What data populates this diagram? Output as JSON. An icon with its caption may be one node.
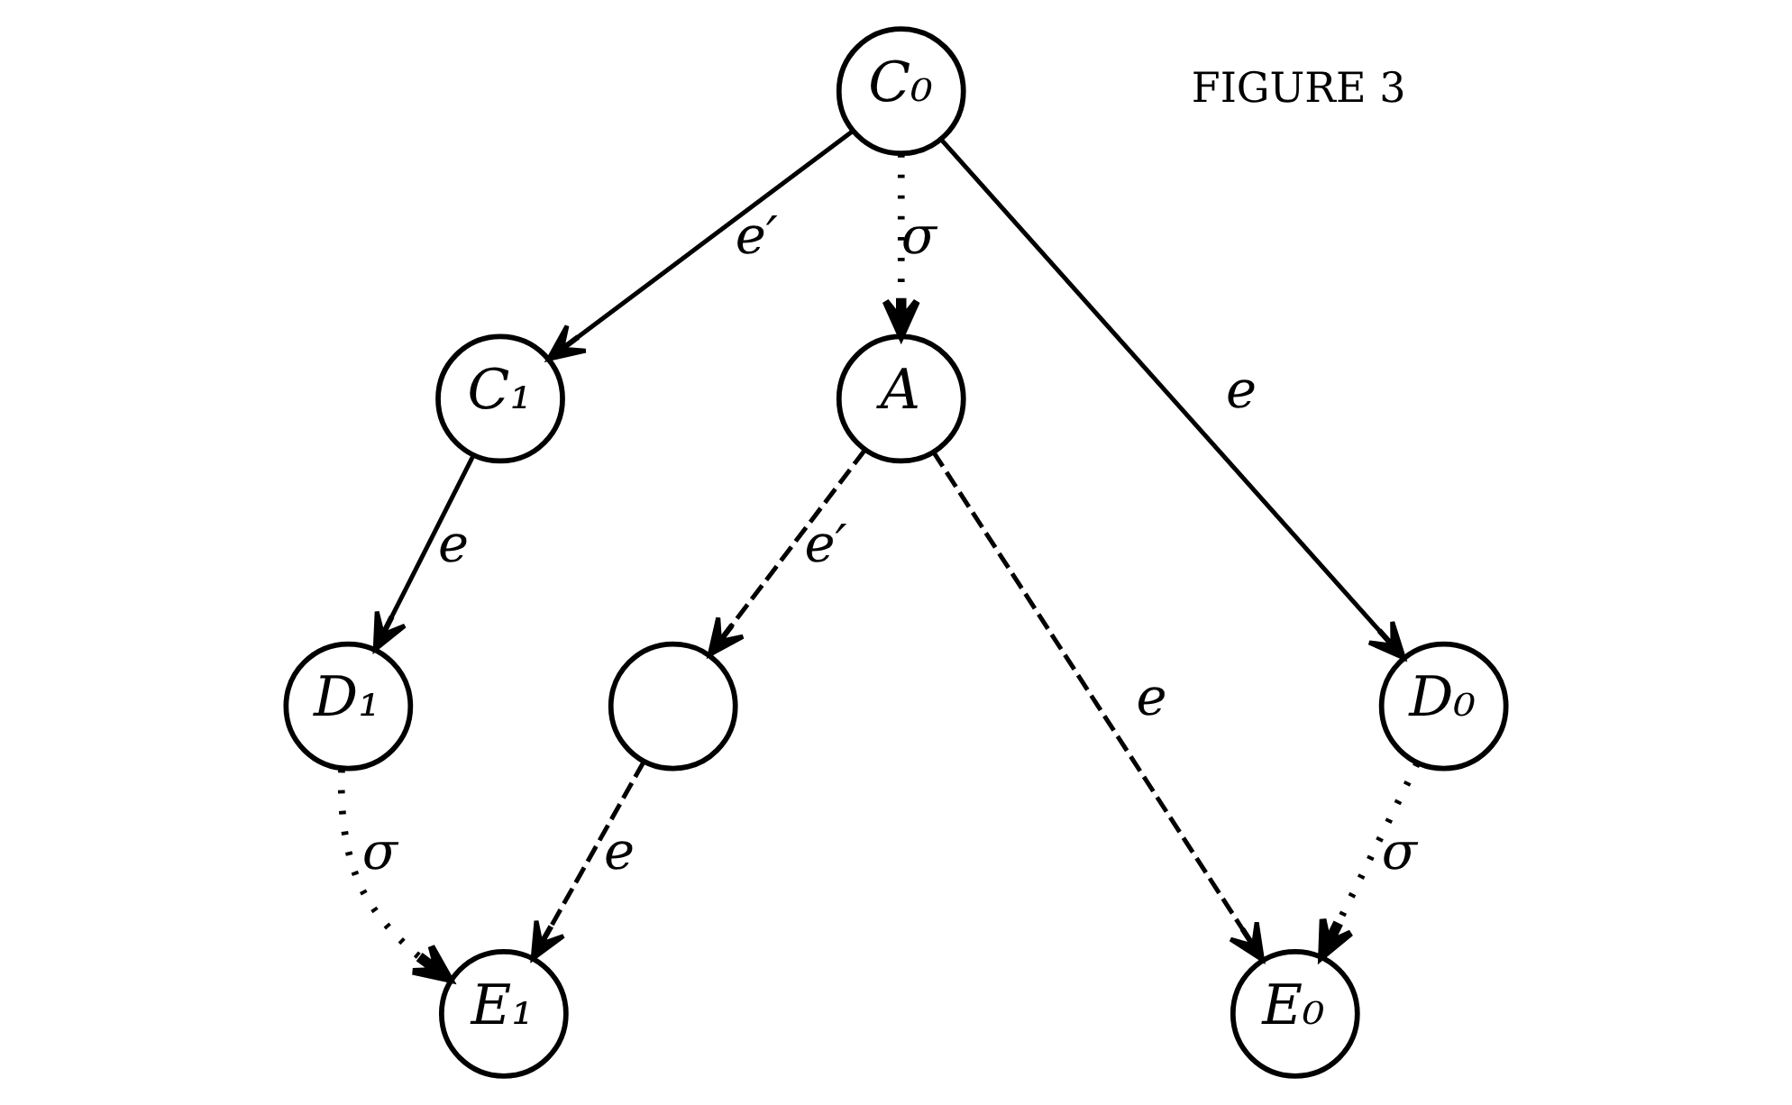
{
  "diagram": {
    "nodes": [
      {
        "text": [
          "C₀"
        ]
      },
      {
        "text": [
          "C₁"
        ]
      },
      {
        "text": [
          "D₀"
        ]
      },
      {
        "text": [
          "D₁"
        ]
      },
      {
        "text": [
          "A"
        ]
      },
      {
        "text": [],
        "shape": "circle"
      },
      {
        "text": [
          "E₀"
        ]
      },
      {
        "text": [
          "E₁"
        ]
      }
    ],
    "edges": [
      {
        "from": 0,
        "to": 2,
        "arrow": "to",
        "label": "e"
      },
      {
        "from": 0,
        "to": 1,
        "arrow": "to",
        "label": "e′"
      },
      {
        "from": 1,
        "to": 3,
        "arrow": "to",
        "label": "e"
      },
      {
        "from": 0,
        "to": 4,
        "arrow": "to",
        "label": "σ",
        "style": "dashed"
      },
      {
        "from": 2,
        "to": 6,
        "arrow": "to",
        "label": "σ",
        "style": "dashed"
      },
      {
        "from": 3,
        "to": 7,
        "arrow": "to",
        "label": "σ",
        "style": "dashed"
      },
      {
        "from": 4,
        "to": 6,
        "arrow": "to",
        "label": "e",
        "style": "dashed"
      },
      {
        "from": 4,
        "to": 5,
        "arrow": "to",
        "label": "e′",
        "style": "dashed"
      },
      {
        "from": 5,
        "to": 7,
        "arrow": "to",
        "label": "e",
        "style": "dashed"
      }
    ],
    "labels": [
      "FIGURE 3"
    ]
  }
}
